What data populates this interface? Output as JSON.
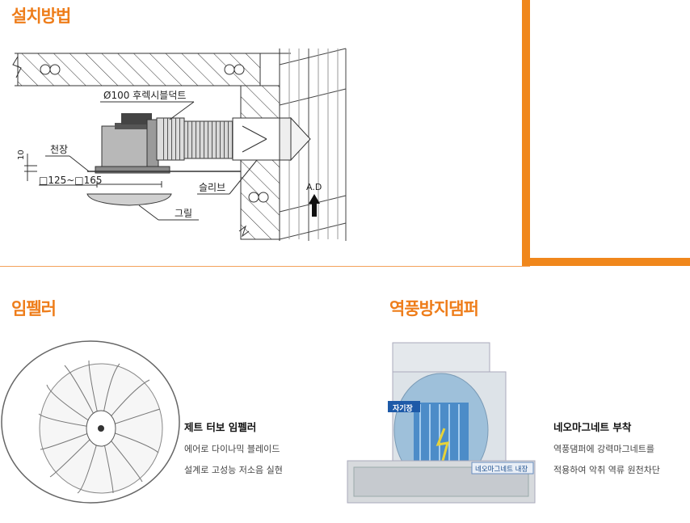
{
  "titles": {
    "install": "설치방법",
    "impeller": "임펠러",
    "damper": "역풍방지댐퍼"
  },
  "diagram": {
    "duct_label": "Ø100 후렉시블덕트",
    "ceiling_label": "천장",
    "dim_10": "10",
    "size_label": "□125~□165",
    "sleeve_label": "슬리브",
    "grill_label": "그릴",
    "ad_label": "A.D"
  },
  "impeller": {
    "title": "제트 터보 임펠러",
    "line1": "에어로 다이나믹 블레이드",
    "line2": "설계로 고성능 저소음 실현"
  },
  "damper": {
    "tag_magnet_force": "자기장",
    "tag_magnet_inside": "네오마그네트 내장",
    "title": "네오마그네트 부착",
    "line1": "역풍댐퍼에 강력마그네트를",
    "line2": "적용하여  악취 역류 원천차단"
  },
  "colors": {
    "accent": "#ee7d1a",
    "orange_bar": "#f0871c"
  }
}
